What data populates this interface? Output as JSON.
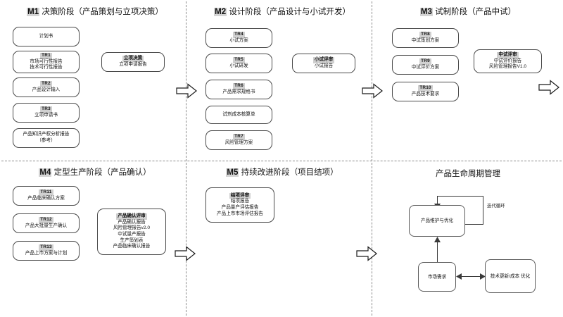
{
  "diagram": {
    "title_hidden": "",
    "panels": [
      {
        "id": "M1",
        "code": "M1",
        "title": "决策阶段（产品策划与立项决策）",
        "left_nodes": [
          {
            "tr": "",
            "lines": [
              "计划书"
            ]
          },
          {
            "tr": "TR1",
            "lines": [
              "市场可行性报告",
              "技术可行性报告"
            ]
          },
          {
            "tr": "TR2",
            "lines": [
              "产品设计输入"
            ]
          },
          {
            "tr": "TR3",
            "lines": [
              "立项申请书"
            ]
          },
          {
            "tr": "",
            "lines": [
              "产品知识产权分析报告",
              "（参考）"
            ]
          }
        ],
        "review": {
          "title": "立项决策",
          "lines": [
            "立项申请报告"
          ]
        }
      },
      {
        "id": "M2",
        "code": "M2",
        "title": "设计阶段（产品设计与小试开发）",
        "left_nodes": [
          {
            "tr": "TR4",
            "lines": [
              "小试方案"
            ]
          },
          {
            "tr": "TR5",
            "lines": [
              "小试研发"
            ]
          },
          {
            "tr": "TR6",
            "lines": [
              "产品需求规格书"
            ]
          },
          {
            "tr": "",
            "lines": [
              "试剂成本核算单"
            ]
          },
          {
            "tr": "TR7",
            "lines": [
              "风险管理方案"
            ]
          }
        ],
        "review": {
          "title": "小试评审",
          "lines": [
            "小试报告"
          ]
        }
      },
      {
        "id": "M3",
        "code": "M3",
        "title": "试制阶段（产品中试）",
        "left_nodes": [
          {
            "tr": "TR8",
            "lines": [
              "中试策划方案"
            ]
          },
          {
            "tr": "TR9",
            "lines": [
              "中试评价方案"
            ]
          },
          {
            "tr": "TR10",
            "lines": [
              "产品技术要求"
            ]
          }
        ],
        "review": {
          "title": "中试评审",
          "lines": [
            "中试评价报告",
            "风险管理报告V1.0"
          ]
        }
      },
      {
        "id": "M4",
        "code": "M4",
        "title": "定型生产阶段（产品确认）",
        "left_nodes": [
          {
            "tr": "TR11",
            "lines": [
              "产品临床确认方案"
            ]
          },
          {
            "tr": "TR12",
            "lines": [
              "产品大批量生产确认"
            ]
          },
          {
            "tr": "TR13",
            "lines": [
              "产品上市方案与计划"
            ]
          }
        ],
        "review": {
          "title": "产品确认评审",
          "lines": [
            "产品确认报告",
            "风险管理报告v2.0",
            "中试量产报告",
            "生产策划表",
            "产品临床确认报告"
          ]
        }
      },
      {
        "id": "M5",
        "code": "M5",
        "title": "持续改进阶段（项目结项）",
        "left_nodes": [],
        "review": {
          "title": "结项评审",
          "lines": [
            "结项报告",
            "产品量产评估报告",
            "产品上市市场评估报告"
          ]
        }
      }
    ],
    "lifecycle": {
      "title": "产品生命周期管理",
      "maintain_node": "产品维护与优化",
      "demand_node": "市场需求",
      "tech_node": "技术更新/成本\n优化",
      "tech_node_line1": "技术更新/成本",
      "tech_node_line2": "优化",
      "loop_label": "迭代循环"
    },
    "flow_arrows": [
      {
        "name": "arrow-m1-to-m2"
      },
      {
        "name": "arrow-m2-to-m3"
      },
      {
        "name": "arrow-m3-to-m4"
      },
      {
        "name": "arrow-m4-to-m5"
      },
      {
        "name": "arrow-m5-to-lifecycle"
      }
    ],
    "colors": {
      "box_border": "#4a4a4a",
      "divider": "#8a8a8a",
      "highlight": "#d0d0d0",
      "text": "#111111",
      "background": "#ffffff"
    }
  }
}
